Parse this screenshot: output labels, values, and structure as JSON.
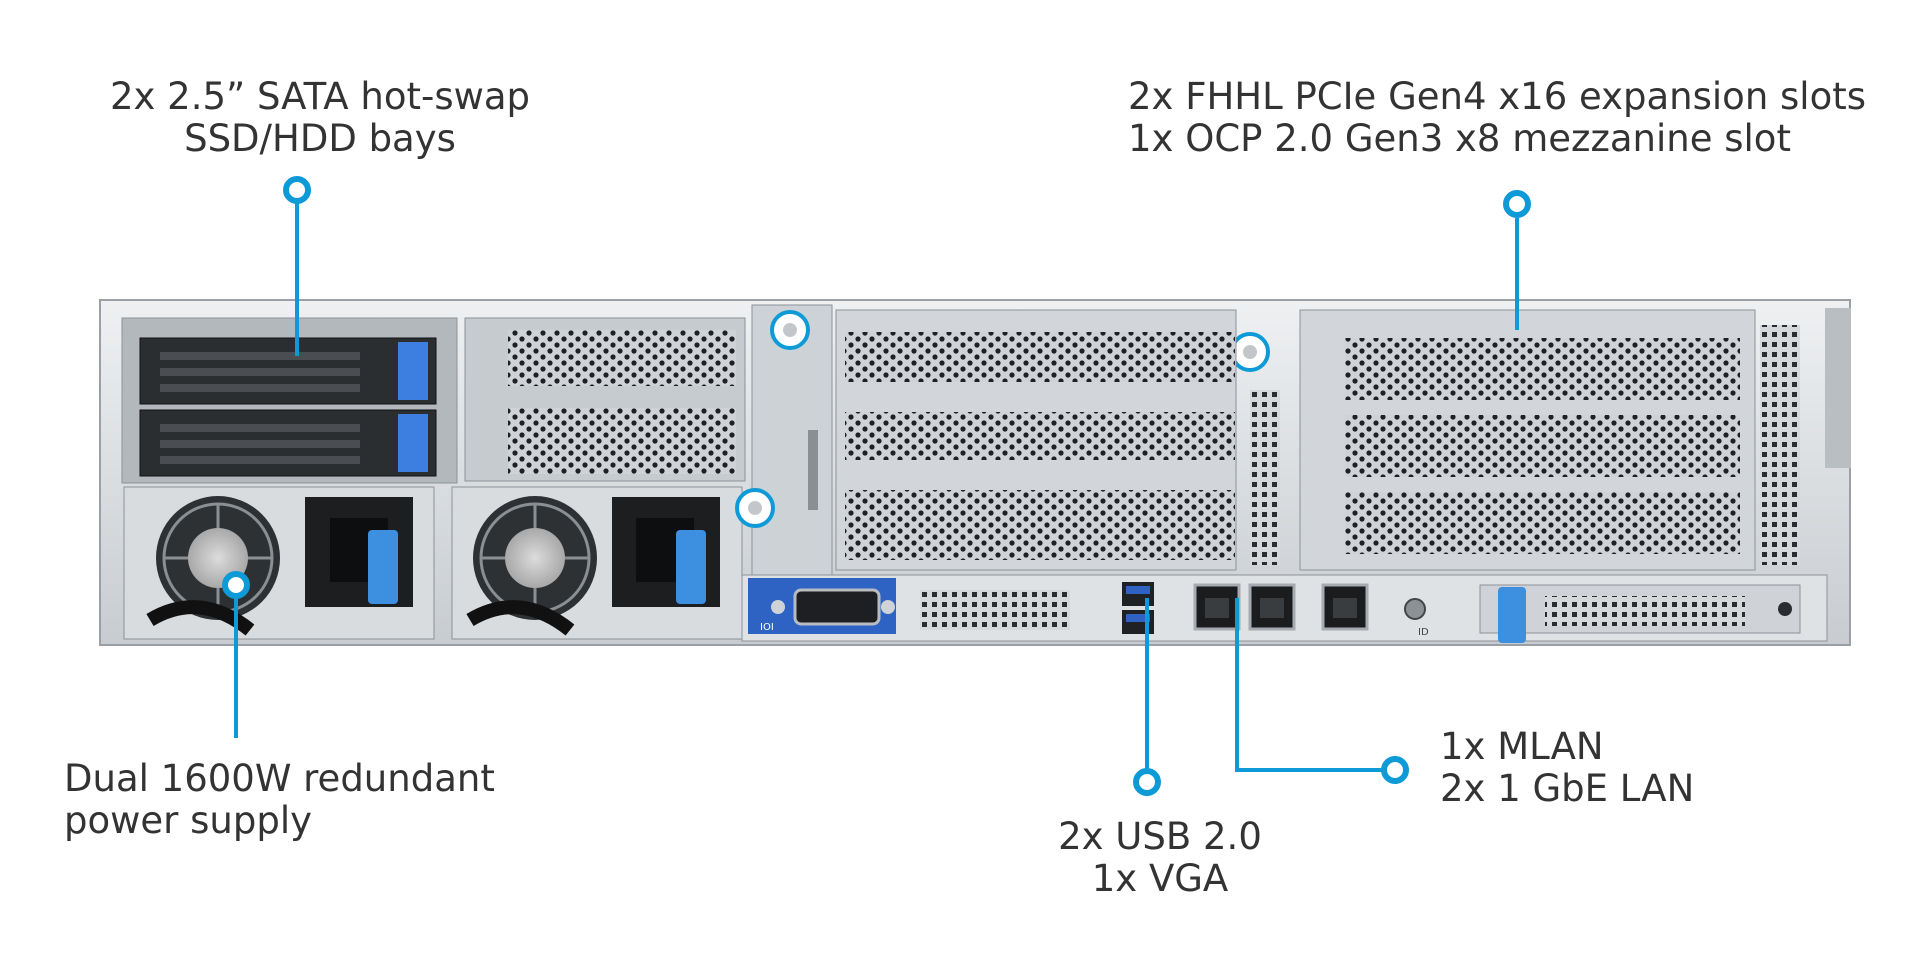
{
  "accent_color": "#0e9ad7",
  "chassis_colors": {
    "frame": "#c9ced3",
    "panel": "#e3e6e9",
    "dark": "#2a2d30",
    "blue_latch": "#3d8fe0",
    "vga_blue": "#2e63c4"
  },
  "callouts": {
    "ssd_bays": {
      "lines": [
        "2x 2.5” SATA hot-swap",
        "SSD/HDD bays"
      ]
    },
    "pcie_slots": {
      "lines": [
        "2x FHHL PCIe Gen4 x16 expansion slots",
        "1x OCP 2.0 Gen3 x8 mezzanine slot"
      ]
    },
    "power_supply": {
      "lines": [
        "Dual 1600W redundant",
        "power supply"
      ]
    },
    "usb_vga": {
      "lines": [
        "2x USB 2.0",
        "1x VGA"
      ]
    },
    "lan": {
      "lines": [
        "1x MLAN",
        "2x 1 GbE LAN"
      ]
    }
  },
  "port_markings": {
    "vga": "IOI",
    "id_button": "ID"
  }
}
